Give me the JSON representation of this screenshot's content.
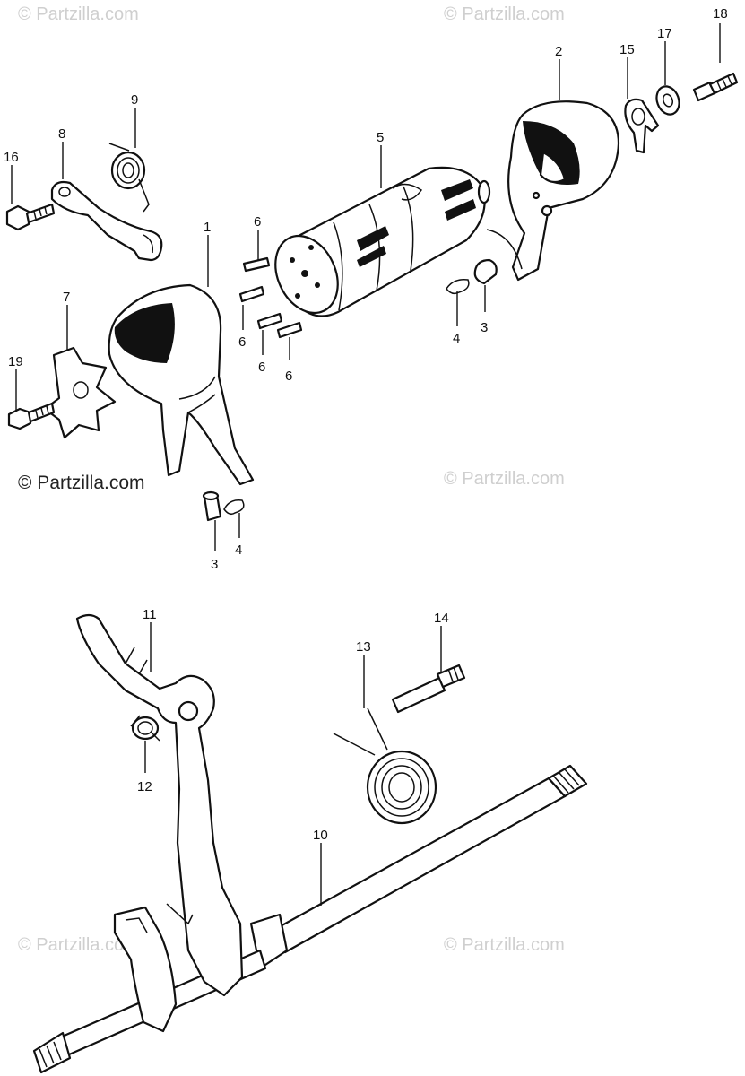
{
  "watermarks": [
    "© Partzilla.com",
    "© Partzilla.com",
    "© Partzilla.com",
    "© Partzilla.com",
    "© Partzilla.com",
    "© Partzilla.com"
  ],
  "main_watermark": "© Partzilla.com",
  "callouts": [
    {
      "id": "c18",
      "label": "18"
    },
    {
      "id": "c2",
      "label": "2"
    },
    {
      "id": "c15",
      "label": "15"
    },
    {
      "id": "c17",
      "label": "17"
    },
    {
      "id": "c9",
      "label": "9"
    },
    {
      "id": "c8",
      "label": "8"
    },
    {
      "id": "c16",
      "label": "16"
    },
    {
      "id": "c5",
      "label": "5"
    },
    {
      "id": "c6a",
      "label": "6"
    },
    {
      "id": "c1",
      "label": "1"
    },
    {
      "id": "c6b",
      "label": "6"
    },
    {
      "id": "c6c",
      "label": "6"
    },
    {
      "id": "c6d",
      "label": "6"
    },
    {
      "id": "c7",
      "label": "7"
    },
    {
      "id": "c19",
      "label": "19"
    },
    {
      "id": "c4a",
      "label": "4"
    },
    {
      "id": "c3a",
      "label": "3"
    },
    {
      "id": "c3b",
      "label": "3"
    },
    {
      "id": "c4b",
      "label": "4"
    },
    {
      "id": "c11",
      "label": "11"
    },
    {
      "id": "c14",
      "label": "14"
    },
    {
      "id": "c13",
      "label": "13"
    },
    {
      "id": "c12",
      "label": "12"
    },
    {
      "id": "c10",
      "label": "10"
    }
  ]
}
